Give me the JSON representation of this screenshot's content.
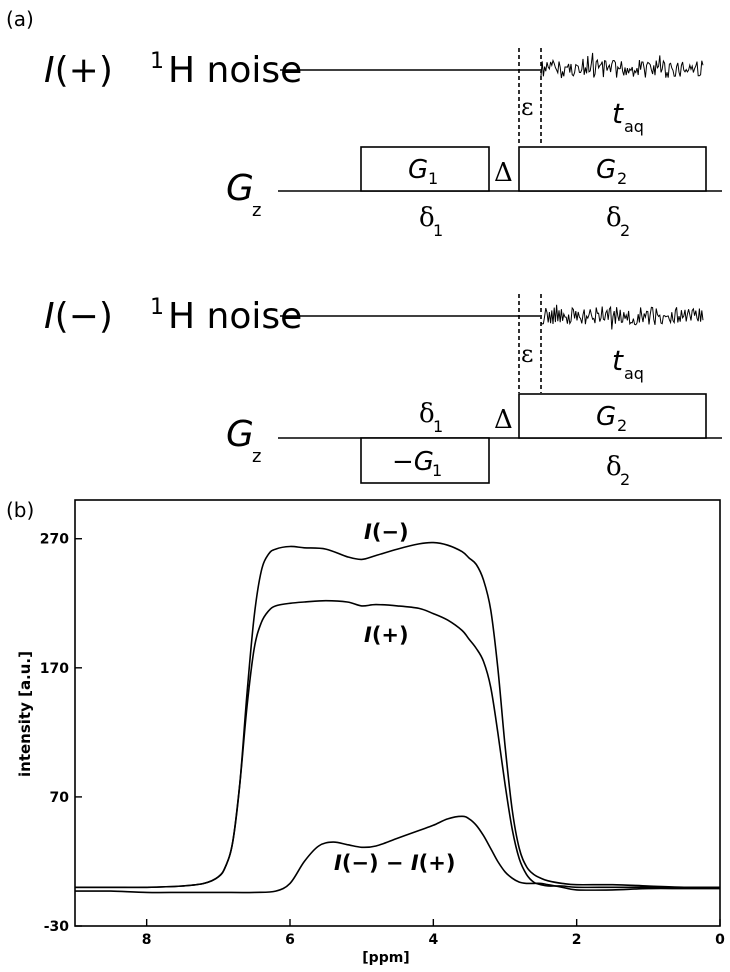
{
  "panel_a": {
    "label": "(a)",
    "top": {
      "signal_label": "I(+)",
      "signal_I": "I",
      "signal_sign": "(+)",
      "nucleus_sup": "1",
      "nucleus_text": "H noise",
      "epsilon": "ε",
      "t_aq_main": "t",
      "t_aq_sub": "aq",
      "g1_main": "G",
      "g1_sub": "1",
      "g2_main": "G",
      "g2_sub": "2",
      "delta_big": "Δ",
      "gz_main": "G",
      "gz_sub": "z",
      "d1_main": "δ",
      "d1_sub": "1",
      "d2_main": "δ",
      "d2_sub": "2"
    },
    "bottom": {
      "signal_I": "I",
      "signal_sign": "(−)",
      "nucleus_sup": "1",
      "nucleus_text": "H noise",
      "epsilon": "ε",
      "t_aq_main": "t",
      "t_aq_sub": "aq",
      "g1_main": "−G",
      "g1_sub": "1",
      "g2_main": "G",
      "g2_sub": "2",
      "delta_big": "Δ",
      "gz_main": "G",
      "gz_sub": "z",
      "d1_main": "δ",
      "d1_sub": "1",
      "d2_main": "δ",
      "d2_sub": "2"
    }
  },
  "panel_b": {
    "label": "(b)",
    "chart_data": {
      "type": "line",
      "xlabel": "[ppm]",
      "ylabel": "intensity [a.u.]",
      "xlim": [
        9,
        0
      ],
      "ylim": [
        -30,
        300
      ],
      "xticks": [
        8,
        6,
        4,
        2,
        0
      ],
      "yticks": [
        -30,
        70,
        170,
        270
      ],
      "grid": false,
      "annotations": [
        "I(−)",
        "I(+)",
        "I(−) − I(+)"
      ],
      "series": [
        {
          "name": "I(−)",
          "x": [
            9,
            8.5,
            8,
            7.5,
            7.2,
            7.0,
            6.9,
            6.8,
            6.7,
            6.6,
            6.5,
            6.4,
            6.3,
            6.2,
            6.0,
            5.8,
            5.5,
            5.2,
            5.0,
            4.8,
            4.5,
            4.2,
            4.0,
            3.8,
            3.6,
            3.5,
            3.4,
            3.3,
            3.2,
            3.1,
            3.0,
            2.9,
            2.8,
            2.7,
            2.6,
            2.5,
            2.4,
            2.2,
            2.0,
            1.5,
            1.0,
            0.5,
            0
          ],
          "y": [
            0,
            0,
            0,
            1,
            3,
            8,
            16,
            35,
            80,
            150,
            210,
            245,
            258,
            262,
            264,
            263,
            262,
            256,
            254,
            257,
            262,
            266,
            267,
            265,
            260,
            255,
            250,
            238,
            215,
            170,
            110,
            60,
            30,
            16,
            10,
            7,
            5,
            3,
            2,
            2,
            1,
            0,
            0
          ]
        },
        {
          "name": "I(+)",
          "x": [
            9,
            8.5,
            8,
            7.5,
            7.2,
            7.0,
            6.9,
            6.8,
            6.7,
            6.6,
            6.5,
            6.4,
            6.3,
            6.2,
            6.0,
            5.8,
            5.5,
            5.2,
            5.0,
            4.8,
            4.5,
            4.2,
            4.0,
            3.8,
            3.6,
            3.5,
            3.4,
            3.3,
            3.2,
            3.1,
            3.0,
            2.9,
            2.8,
            2.7,
            2.6,
            2.5,
            2.4,
            2.2,
            2.0,
            1.5,
            1.0,
            0.5,
            0
          ],
          "y": [
            0,
            0,
            0,
            1,
            3,
            8,
            16,
            35,
            80,
            140,
            185,
            205,
            214,
            218,
            220,
            221,
            222,
            221,
            218,
            219,
            218,
            216,
            212,
            207,
            199,
            192,
            185,
            175,
            155,
            120,
            80,
            45,
            22,
            10,
            4,
            2,
            1,
            1,
            0,
            0,
            0,
            0,
            0
          ]
        },
        {
          "name": "I(−) − I(+)",
          "x": [
            9,
            8.5,
            8,
            7.5,
            7.0,
            6.5,
            6.2,
            6.0,
            5.8,
            5.6,
            5.4,
            5.2,
            5.0,
            4.8,
            4.5,
            4.2,
            4.0,
            3.8,
            3.6,
            3.5,
            3.4,
            3.3,
            3.2,
            3.1,
            3.0,
            2.9,
            2.8,
            2.7,
            2.6,
            2.5,
            2.4,
            2.2,
            2.0,
            1.5,
            1.0,
            0.5,
            0
          ],
          "y": [
            -3,
            -3,
            -4,
            -4,
            -4,
            -4,
            -3,
            3,
            20,
            32,
            35,
            33,
            31,
            32,
            38,
            44,
            48,
            53,
            55,
            53,
            48,
            40,
            30,
            20,
            12,
            7,
            4,
            3,
            3,
            3,
            2,
            0,
            -2,
            -2,
            -1,
            -1,
            -1
          ]
        }
      ]
    }
  }
}
